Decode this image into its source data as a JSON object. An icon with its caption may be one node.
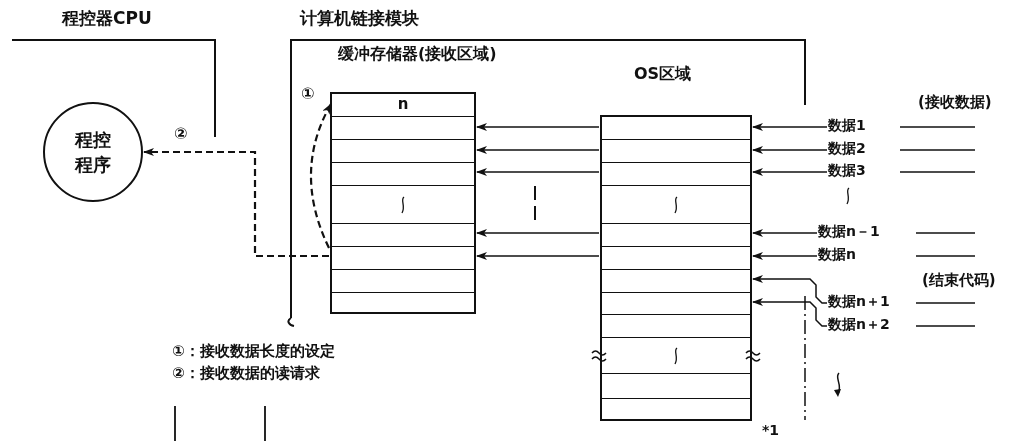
{
  "diagram": {
    "nodes": [
      {
        "text": [
          "程控器CPU"
        ]
      },
      {
        "text": [
          "程控程序"
        ],
        "in": 0
      },
      {
        "text": [
          "计算机链接模块"
        ]
      },
      {
        "text": [
          "缓冲存储器(接收区域)"
        ],
        "in": 2
      },
      {
        "text": [
          "n"
        ],
        "in": 3
      },
      {
        "text": [
          "OS区域"
        ],
        "in": 2
      },
      {
        "text": [
          "数据1"
        ]
      },
      {
        "text": [
          "数据2"
        ]
      },
      {
        "text": [
          "数据3"
        ]
      },
      {
        "text": [
          "数据n－1"
        ]
      },
      {
        "text": [
          "数据n"
        ]
      },
      {
        "text": [
          "数据n＋1"
        ]
      },
      {
        "text": [
          "数据n＋2"
        ]
      }
    ],
    "edges": [
      {
        "from": 3,
        "to": 4,
        "arrow": "to",
        "style": "dashed",
        "label": "①"
      },
      {
        "from": 3,
        "to": 1,
        "arrow": "to",
        "style": "dashed",
        "label": "②"
      },
      {
        "from": 5,
        "to": 3,
        "arrow": "to"
      },
      {
        "from": 5,
        "to": 3,
        "arrow": "to"
      },
      {
        "from": 5,
        "to": 3,
        "arrow": "to"
      },
      {
        "from": 5,
        "to": 3,
        "arrow": "to"
      },
      {
        "from": 5,
        "to": 3,
        "arrow": "to"
      },
      {
        "from": 6,
        "to": 5,
        "arrow": "to"
      },
      {
        "from": 7,
        "to": 5,
        "arrow": "to"
      },
      {
        "from": 8,
        "to": 5,
        "arrow": "to"
      },
      {
        "from": 9,
        "to": 5,
        "arrow": "to"
      },
      {
        "from": 10,
        "to": 5,
        "arrow": "to"
      },
      {
        "from": 11,
        "to": 5,
        "arrow": "to"
      },
      {
        "from": 12,
        "to": 5,
        "arrow": "to"
      }
    ],
    "labels": [
      "(接收数据)",
      "(结束代码)",
      "①：接收数据长度的设定",
      "②：接收数据的读请求",
      "*1"
    ]
  }
}
